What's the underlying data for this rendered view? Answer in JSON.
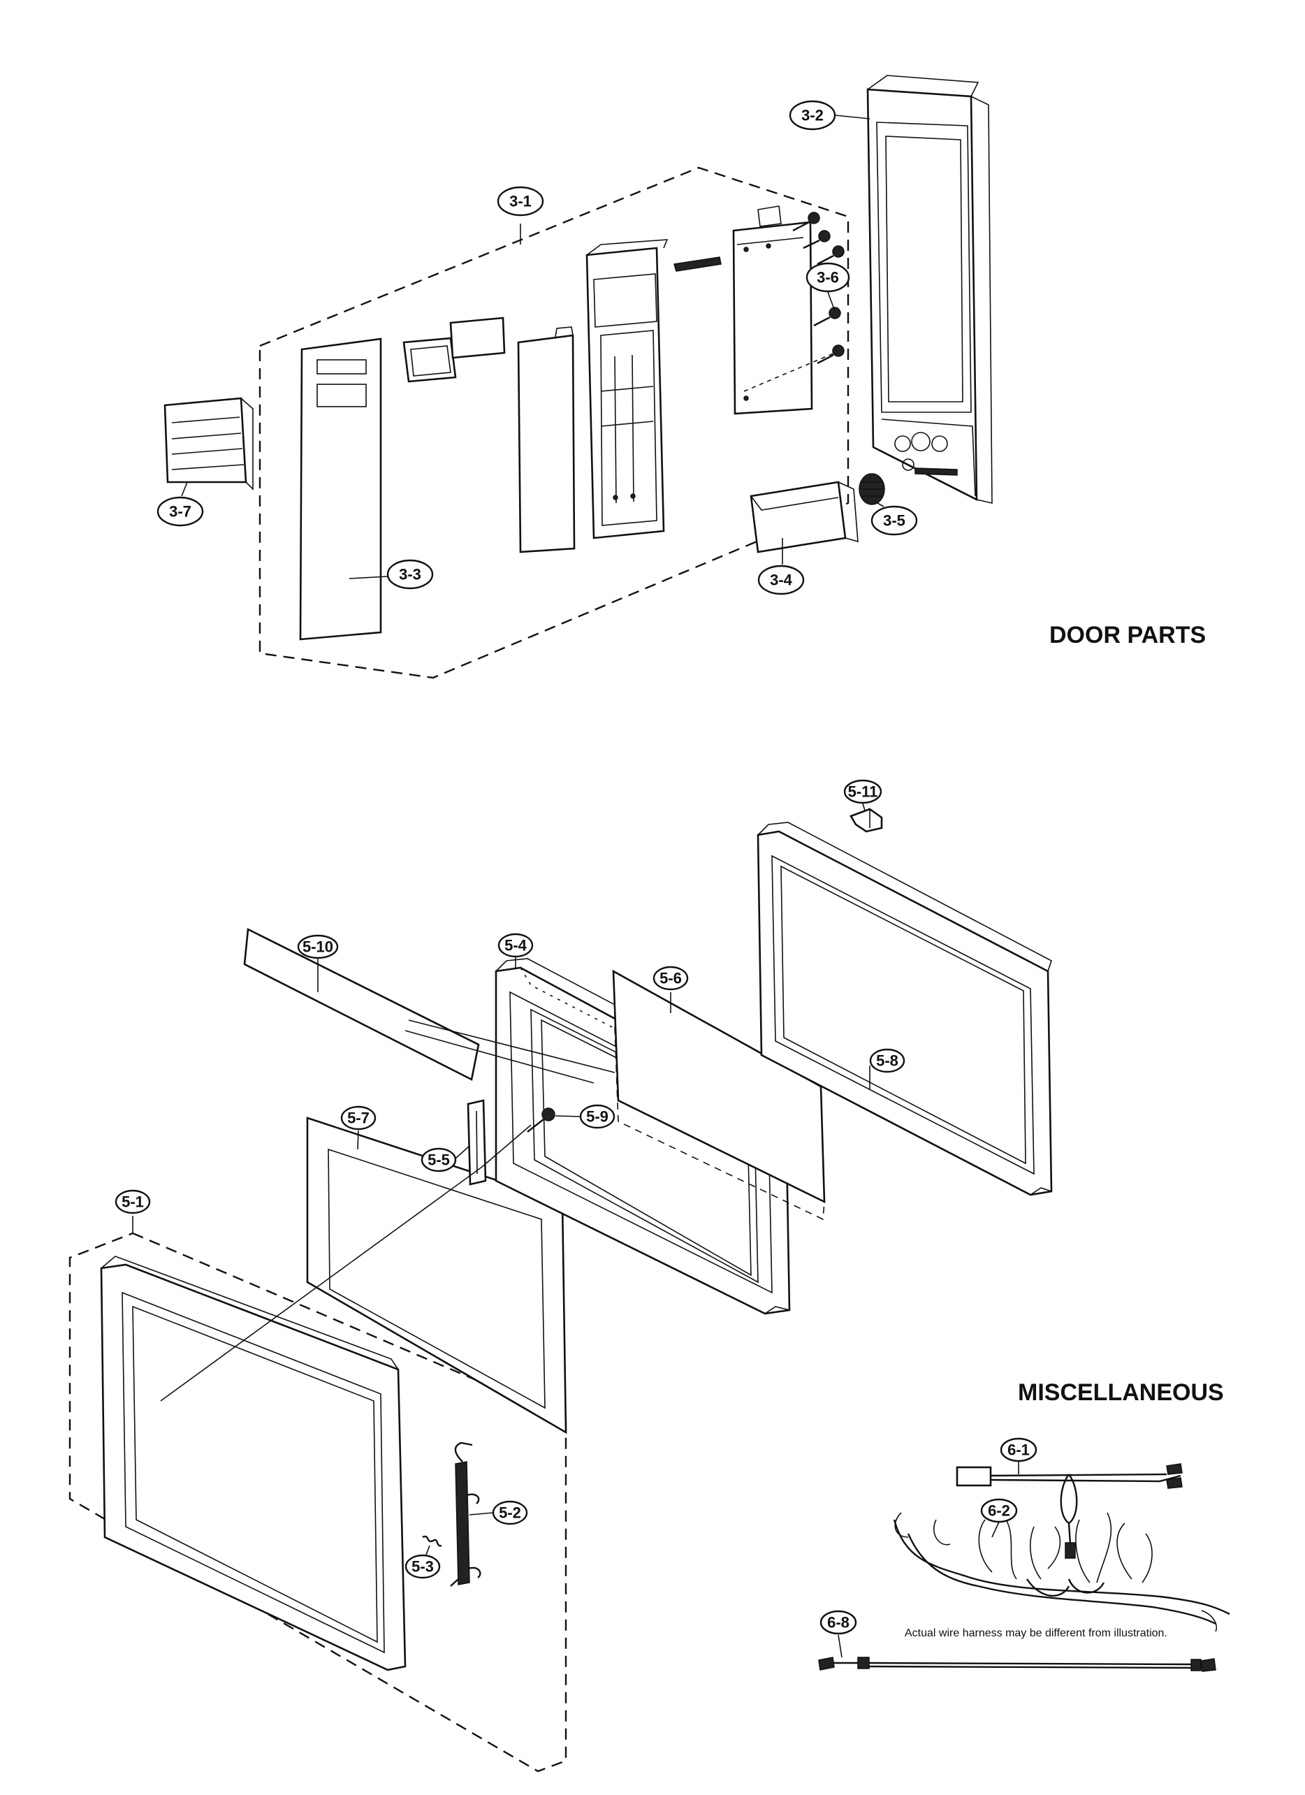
{
  "sections": {
    "door_parts": "DOOR PARTS",
    "miscellaneous": "MISCELLANEOUS"
  },
  "note": "Actual wire harness may be different from illustration.",
  "callouts": {
    "c3_1": "3-1",
    "c3_2": "3-2",
    "c3_3": "3-3",
    "c3_4": "3-4",
    "c3_5": "3-5",
    "c3_6": "3-6",
    "c3_7": "3-7",
    "c5_1": "5-1",
    "c5_2": "5-2",
    "c5_3": "5-3",
    "c5_4": "5-4",
    "c5_5": "5-5",
    "c5_6": "5-6",
    "c5_7": "5-7",
    "c5_8": "5-8",
    "c5_9": "5-9",
    "c5_10": "5-10",
    "c5_11": "5-11",
    "c6_1": "6-1",
    "c6_2": "6-2",
    "c6_8": "6-8"
  }
}
